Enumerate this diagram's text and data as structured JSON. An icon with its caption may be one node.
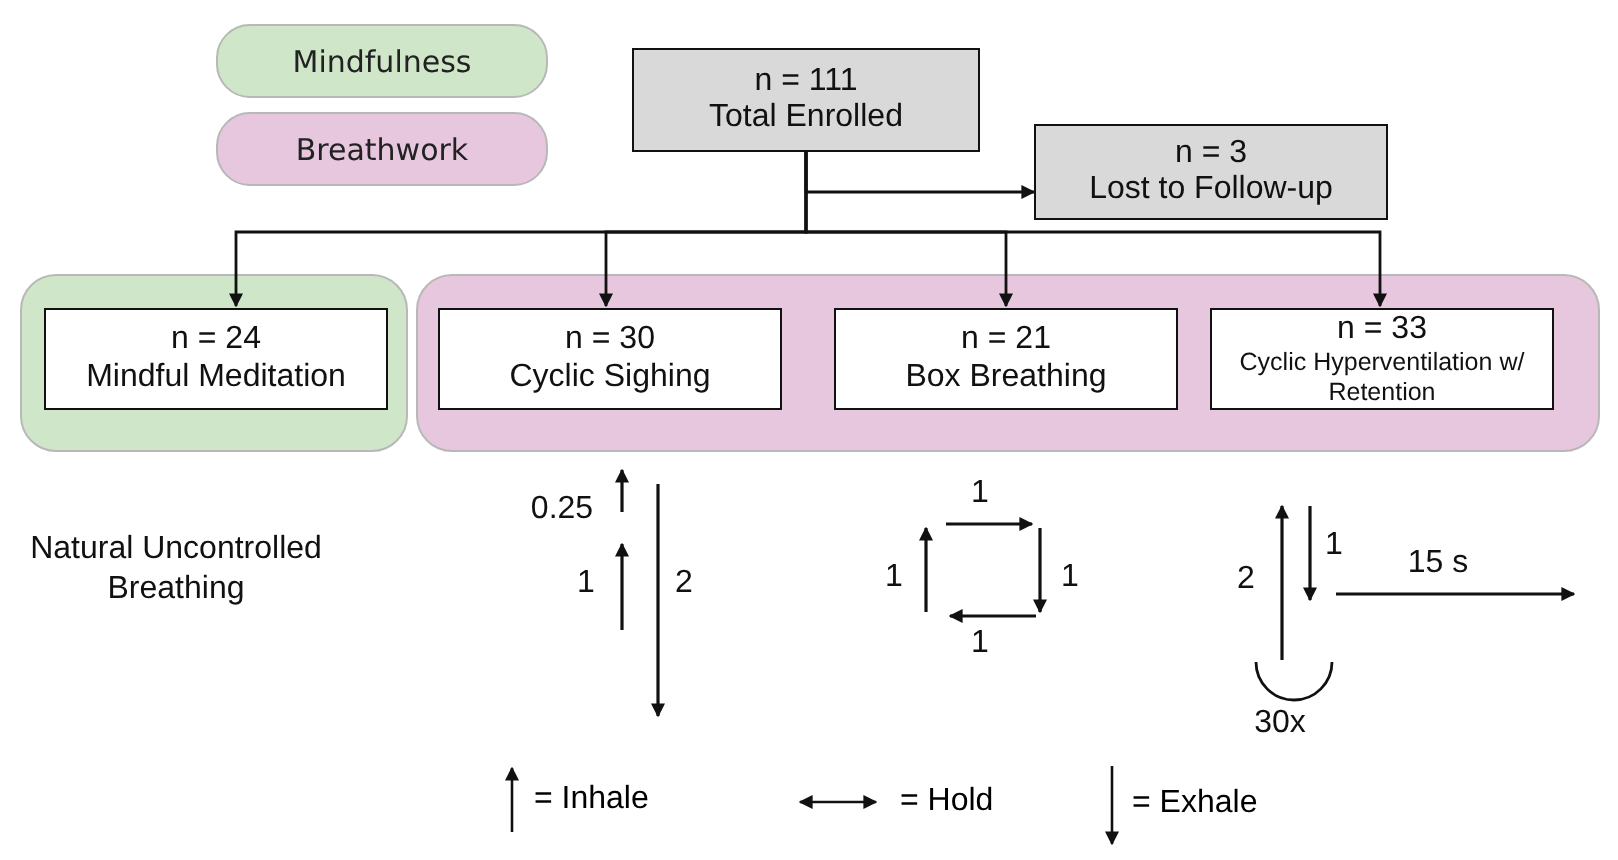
{
  "diagram": {
    "nodes": [
      {
        "text": [
          "n = 111",
          "Total Enrolled"
        ]
      },
      {
        "text": [
          "n = 3",
          "Lost to Follow-up"
        ]
      },
      {
        "text": [],
        "shape": "box"
      },
      {
        "text": [
          "n = 24",
          "Mindful Meditation"
        ],
        "in": 2
      },
      {
        "text": [],
        "shape": "box"
      },
      {
        "text": [
          "n = 30",
          "Cyclic Sighing"
        ],
        "in": 4
      },
      {
        "text": [
          "n = 21",
          "Box Breathing"
        ],
        "in": 4
      },
      {
        "text": [
          "n = 33",
          "Cyclic Hyperventilation w/ Retention"
        ],
        "in": 4
      }
    ],
    "edges": [
      {
        "from": 0,
        "to": 1,
        "arrow": "to"
      },
      {
        "from": 0,
        "to": 3,
        "arrow": "to"
      },
      {
        "from": 0,
        "to": 5,
        "arrow": "to"
      },
      {
        "from": 0,
        "to": 6,
        "arrow": "to"
      },
      {
        "from": 0,
        "to": 7,
        "arrow": "to"
      }
    ],
    "labels": [
      "Natural Uncontrolled Breathing",
      "0.25",
      "1",
      "2",
      "1",
      "1",
      "1",
      "1",
      "2",
      "1",
      "15 s",
      "30x"
    ],
    "legend": [
      {
        "text": "Mindfulness",
        "color": "#cfe6c9"
      },
      {
        "text": "Breathwork",
        "color": "#e7c7de"
      },
      {
        "text": "= Inhale"
      },
      {
        "text": "= Hold"
      },
      {
        "text": "= Exhale"
      }
    ]
  }
}
